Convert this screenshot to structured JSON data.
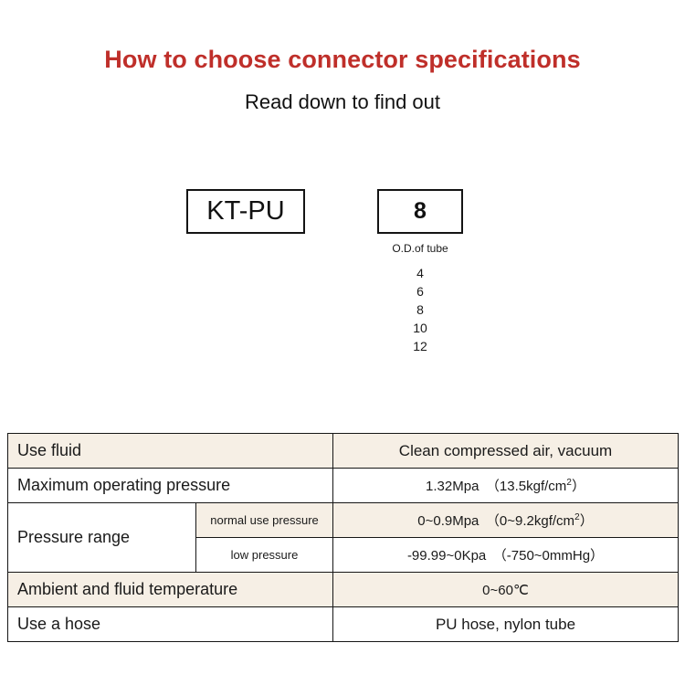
{
  "header": {
    "title": "How to choose connector specifications",
    "subtitle": "Read down to find out",
    "title_color": "#bf2f2a"
  },
  "part_code": {
    "series_box": "KT-PU",
    "size_box": "8",
    "size_caption": "O.D.of tube",
    "size_options": [
      "4",
      "6",
      "8",
      "10",
      "12"
    ]
  },
  "spec_table": {
    "shade_color": "#f6efe5",
    "rows": [
      {
        "label": "Use fluid",
        "value": "Clean compressed air, vacuum",
        "shaded": true
      },
      {
        "label": "Maximum operating pressure",
        "value_prefix": "1.32Mpa　（13.5kgf/cm",
        "value_sup": "2",
        "value_suffix": "）",
        "shaded": false
      },
      {
        "label": "Pressure range",
        "sublabel_1": "normal use pressure",
        "value_1_prefix": "0~0.9Mpa　（0~9.2kgf/cm",
        "value_1_sup": "2",
        "value_1_suffix": "）",
        "sublabel_2": "low pressure",
        "value_2": "-99.99~0Kpa　（-750~0mmHg）"
      },
      {
        "label": "Ambient and fluid temperature",
        "value": "0~60℃",
        "shaded": true
      },
      {
        "label": "Use a hose",
        "value": "PU hose, nylon tube",
        "shaded": false
      }
    ]
  }
}
